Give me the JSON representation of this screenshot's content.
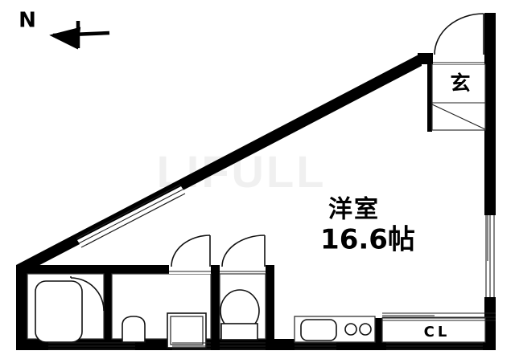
{
  "plan": {
    "type": "floor-plan",
    "title": "",
    "compass": {
      "letter": "N",
      "direction": "left",
      "description": "north-arrow pointing left"
    },
    "watermark_text": "LIFULL",
    "rooms": [
      {
        "id": "main-room",
        "name": "洋室",
        "area_label": "16.6帖",
        "area_value": 16.6,
        "unit": "帖"
      },
      {
        "id": "genkan",
        "name": "玄",
        "description": "entrance / genkan"
      },
      {
        "id": "closet",
        "name": "CL",
        "description": "closet"
      }
    ],
    "fixtures": [
      {
        "id": "bathtub",
        "name": "bathtub-icon"
      },
      {
        "id": "washbasin",
        "name": "washbasin-icon"
      },
      {
        "id": "washing-machine",
        "name": "washing-machine-pan-icon"
      },
      {
        "id": "toilet",
        "name": "toilet-icon"
      },
      {
        "id": "kitchen-sink",
        "name": "kitchen-sink-icon"
      },
      {
        "id": "stove",
        "name": "two-burner-stove-icon"
      },
      {
        "id": "shoe-box",
        "name": "shoe-box-icon"
      }
    ],
    "doors": [
      {
        "id": "entrance-door",
        "name": "entrance-door-swing"
      },
      {
        "id": "bath-door",
        "name": "bathroom-door-swing"
      },
      {
        "id": "hall-door-left",
        "name": "hall-door-swing-left"
      },
      {
        "id": "hall-door-right",
        "name": "hall-door-swing-right"
      },
      {
        "id": "toilet-door",
        "name": "toilet-door-swing"
      }
    ],
    "windows": [
      {
        "id": "diagonal-window",
        "name": "sliding-window-diagonal-wall"
      },
      {
        "id": "right-window",
        "name": "sliding-window-right-wall"
      },
      {
        "id": "bottom-windows",
        "name": "sliding-windows-bottom-wall"
      }
    ],
    "colors": {
      "wall": "#000000",
      "background": "#ffffff",
      "fixture_stroke": "#111111",
      "watermark": "#f0f0f0"
    }
  }
}
